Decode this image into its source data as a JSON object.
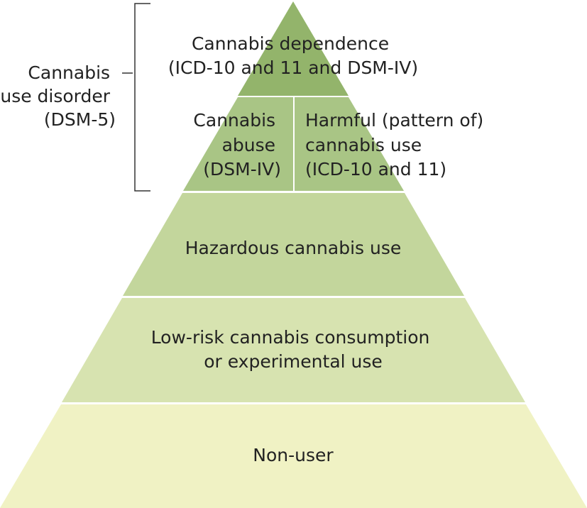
{
  "colors": {
    "tier_top": "#93b46b",
    "tier_middle": "#a9c585",
    "tier_hazardous": "#c3d69c",
    "tier_low_risk": "#d7e3b0",
    "tier_non_user": "#f0f2c4",
    "divider": "#ffffff",
    "text": "#222222",
    "bracket": "#333333"
  },
  "side_label": {
    "lines": [
      "Cannabis",
      "use disorder",
      "(DSM-5)"
    ]
  },
  "tiers": {
    "dependence": {
      "lines": [
        "Cannabis dependence",
        "(ICD-10 and 11 and DSM-IV)"
      ]
    },
    "abuse": {
      "lines": [
        "Cannabis",
        "abuse",
        "(DSM-IV)"
      ]
    },
    "harmful": {
      "lines": [
        "Harmful (pattern of)",
        "cannabis use",
        "(ICD-10 and 11)"
      ]
    },
    "hazardous": {
      "lines": [
        "Hazardous cannabis use"
      ]
    },
    "low_risk": {
      "lines": [
        "Low-risk cannabis consumption",
        "or experimental use"
      ]
    },
    "non_user": {
      "lines": [
        "Non-user"
      ]
    }
  }
}
